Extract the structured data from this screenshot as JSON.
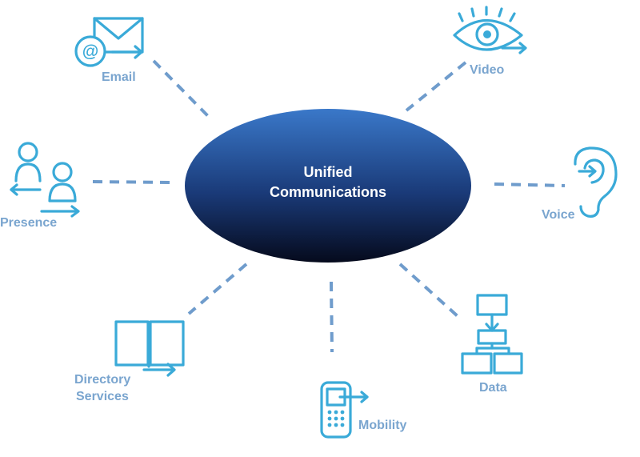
{
  "hub": {
    "line1": "Unified",
    "line2": "Communications"
  },
  "nodes": {
    "email": "Email",
    "video": "Video",
    "presence": "Presence",
    "voice": "Voice",
    "directory_line1": "Directory",
    "directory_line2": "Services",
    "mobility": "Mobility",
    "data": "Data"
  },
  "colors": {
    "hub_top": "#3a78c9",
    "hub_bottom": "#050a1c",
    "icon": "#3aaad8",
    "label": "#7aa5cf",
    "connector": "#6f9ccc"
  },
  "icons": {
    "email": "envelope-at-arrow-icon",
    "video": "eye-icon",
    "presence": "two-people-arrows-icon",
    "voice": "ear-icon",
    "directory": "open-book-arrow-icon",
    "mobility": "mobile-phone-arrow-icon",
    "data": "flowchart-icon"
  }
}
